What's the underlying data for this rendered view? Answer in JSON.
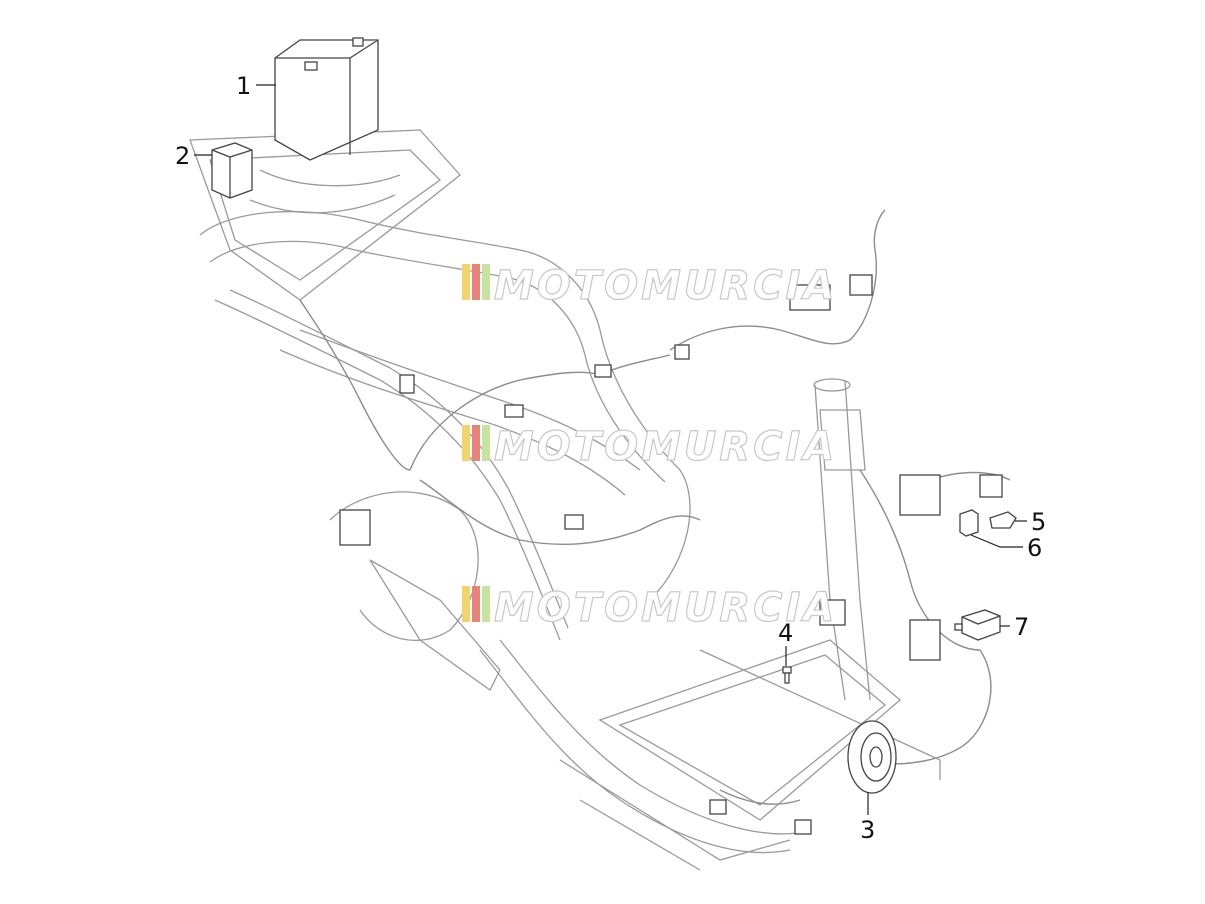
{
  "watermark": {
    "text": "MOTOMURCIA",
    "colors": [
      "#f3d36b",
      "#e8837a",
      "#c8e3a0"
    ]
  },
  "callouts": [
    {
      "id": "1",
      "label": "1"
    },
    {
      "id": "2",
      "label": "2"
    },
    {
      "id": "3",
      "label": "3"
    },
    {
      "id": "4",
      "label": "4"
    },
    {
      "id": "5",
      "label": "5"
    },
    {
      "id": "6",
      "label": "6"
    },
    {
      "id": "7",
      "label": "7"
    }
  ],
  "colors": {
    "line": "#8c8c8c",
    "part_outline": "#444444",
    "label": "#111111"
  }
}
